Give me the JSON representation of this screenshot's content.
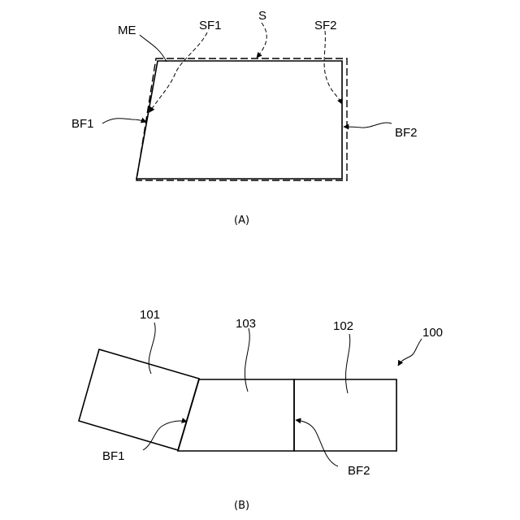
{
  "figure_a": {
    "labels": {
      "me": "ME",
      "sf1": "SF1",
      "s": "S",
      "sf2": "SF2",
      "bf1": "BF1",
      "bf2": "BF2"
    },
    "caption": "(A)"
  },
  "figure_b": {
    "labels": {
      "part_101": "101",
      "part_103": "103",
      "part_102": "102",
      "assembly_100": "100",
      "bf1": "BF1",
      "bf2": "BF2"
    },
    "caption": "(B)"
  }
}
